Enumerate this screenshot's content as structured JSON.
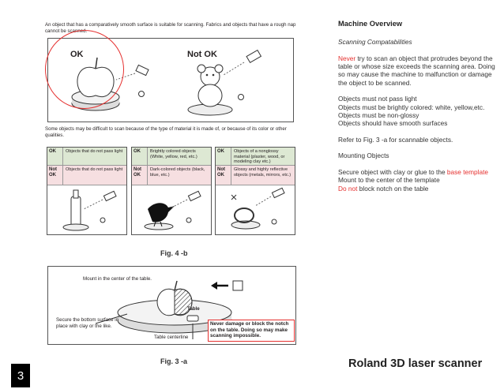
{
  "left": {
    "intro_text": "An object that has a comparatively smooth surface is suitable for scanning. Fabrics and objects that have a rough nap cannot be scanned.",
    "ok_label": "OK",
    "notok_label": "Not OK",
    "mid_text": "Some objects may be difficult to scan because of the type of material it is made of, or because of its color or other qualities.",
    "panels": [
      {
        "ok_key": "OK",
        "ok_text": "Objects that do not pass light",
        "ng_key": "Not OK",
        "ng_text": "Objects that do not pass light"
      },
      {
        "ok_key": "OK",
        "ok_text": "Brightly colored objects (White, yellow, red, etc.)",
        "ng_key": "Not OK",
        "ng_text": "Dark-colored objects (black, blue, etc.)"
      },
      {
        "ok_key": "OK",
        "ok_text": "Objects of a nonglossy material (plaster, wood, or modeling clay etc.)",
        "ng_key": "Not OK",
        "ng_text": "Glossy and highly reflective objects (metals, mirrors, etc.)"
      }
    ],
    "fig4_caption": "Fig. 4 -b",
    "mount_center": "Mount in the center of the table.",
    "table_label": "Table",
    "secure_bottom": "Secure the bottom surface in place with clay or the like.",
    "table_centerline": "Table centerline",
    "warning": "Never damage or block the notch on the table. Doing so may make scanning impossible.",
    "fig3_caption": "Fig. 3 -a"
  },
  "right": {
    "heading": "Machine Overview",
    "subheading": "Scanning Compatabilities",
    "para1_never": "Never",
    "para1_rest": " try to scan an object that protrudes beyond the table or whose size exceeds the scanning area. Doing so may cause the machine to malfunction or damage the object to be scanned.",
    "rule1": "Objects must not pass light",
    "rule2": "Objects must be brightly colored: white, yellow,etc.",
    "rule3": "Objects must be non-glossy",
    "rule4": "Objects should have smooth surfaces",
    "refer": "Refer to Fig. 3 -a for scannable objects.",
    "mounting_heading": "Mounting Objects",
    "secure_prefix": "Secure object with clay or glue to the ",
    "secure_red": "base template",
    "mount_center_line": "Mount to the center of the template",
    "donot": "Do not",
    "donot_rest": " block notch on the table"
  },
  "brand": "Roland 3D laser scanner",
  "page_number": "3",
  "colors": {
    "accent_red": "#e5302f",
    "ok_green": "#dde8d3",
    "ng_pink": "#f6dfe1"
  }
}
